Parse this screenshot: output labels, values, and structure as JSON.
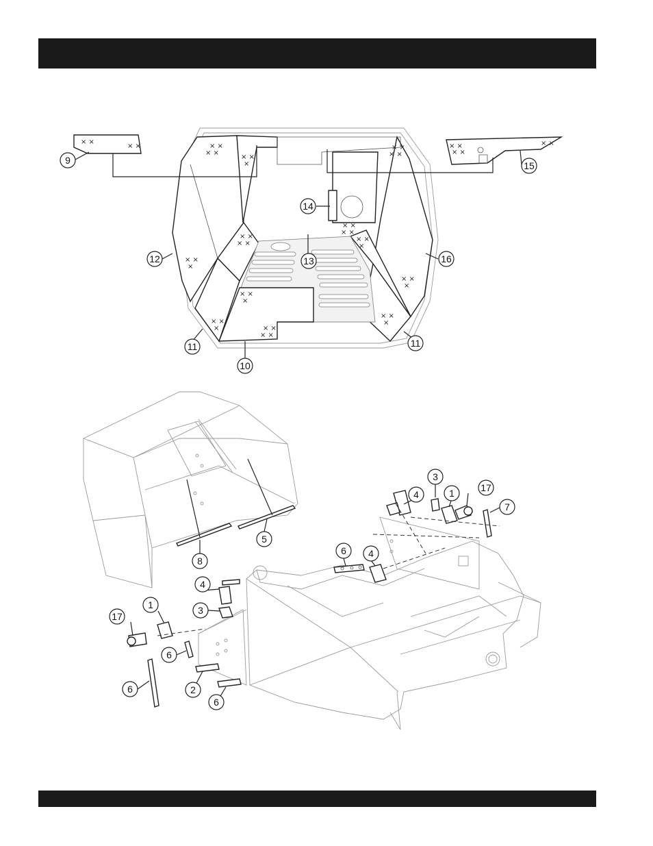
{
  "header_bar": {
    "color": "#1a1a1a"
  },
  "footer_bar": {
    "color": "#1a1a1a"
  },
  "top_diagram": {
    "callouts": [
      "9",
      "15",
      "14",
      "12",
      "13",
      "16",
      "11",
      "11",
      "10"
    ]
  },
  "bottom_diagram": {
    "callouts": [
      "3",
      "4",
      "1",
      "17",
      "7",
      "6",
      "4",
      "8",
      "5",
      "4",
      "3",
      "1",
      "17",
      "6",
      "6",
      "2",
      "6"
    ]
  }
}
